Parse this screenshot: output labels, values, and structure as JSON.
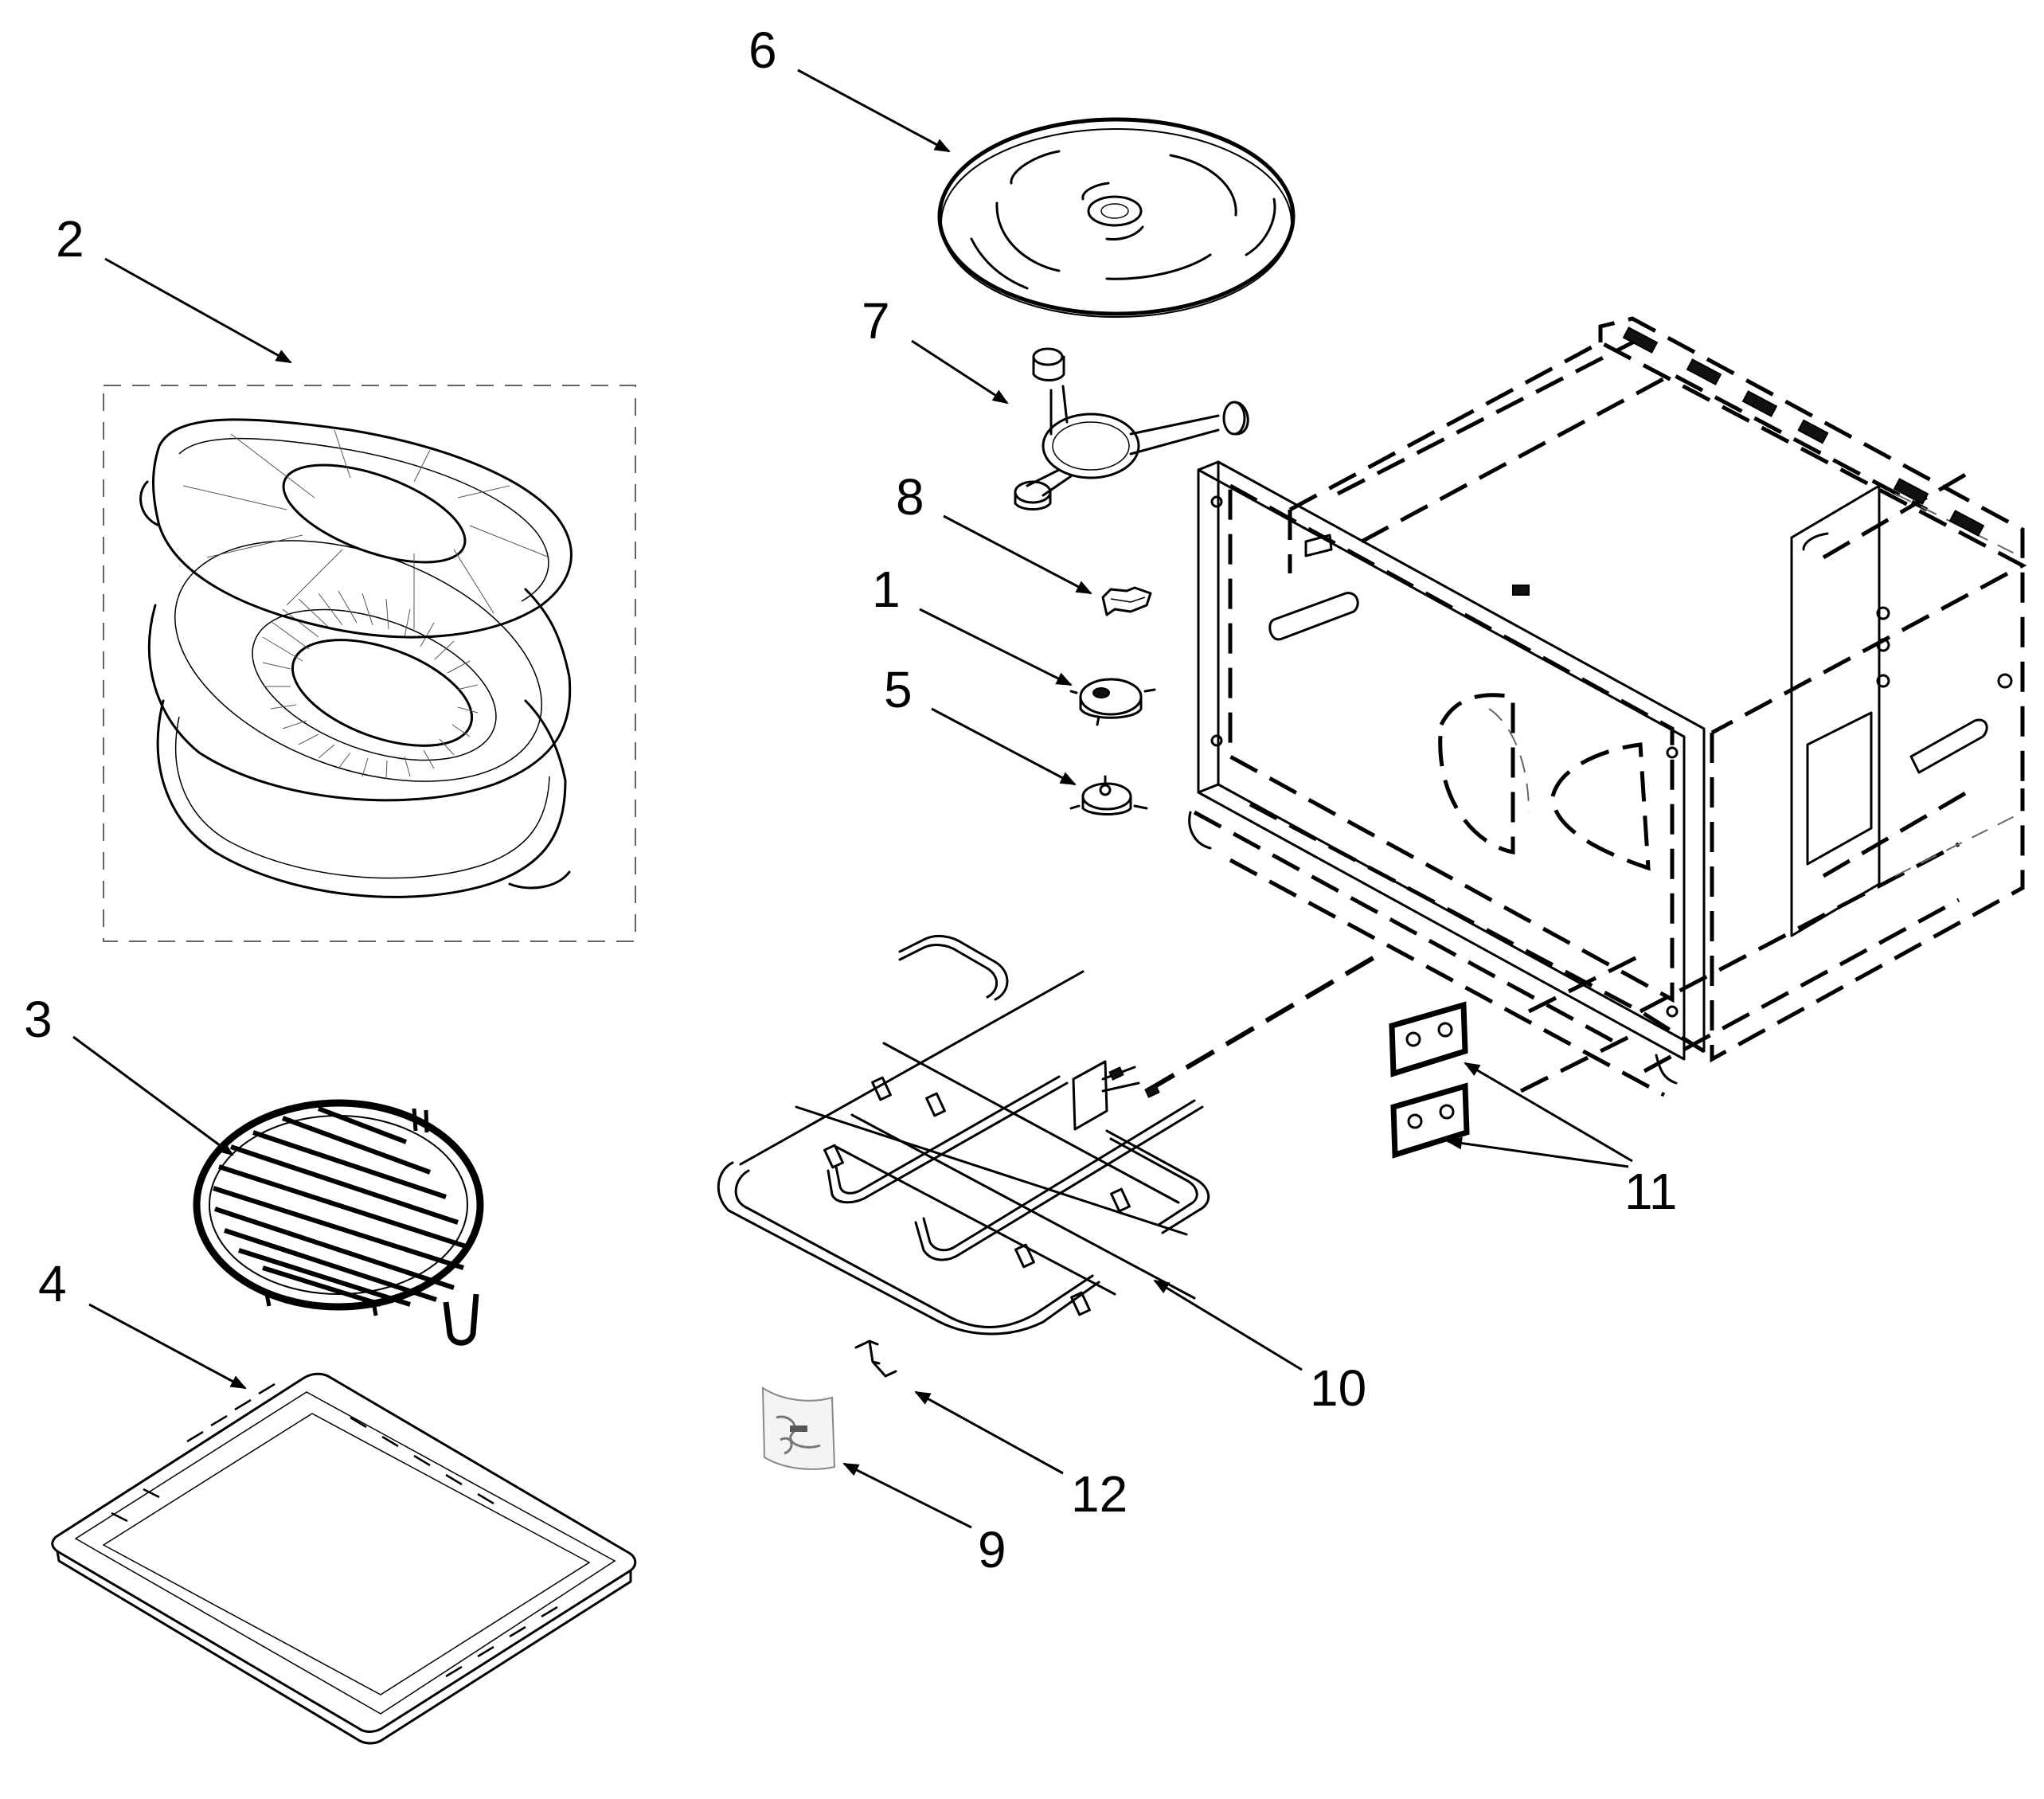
{
  "diagram": {
    "callouts": [
      {
        "id": "1",
        "label": "1"
      },
      {
        "id": "2",
        "label": "2"
      },
      {
        "id": "3",
        "label": "3"
      },
      {
        "id": "4",
        "label": "4"
      },
      {
        "id": "5",
        "label": "5"
      },
      {
        "id": "6",
        "label": "6"
      },
      {
        "id": "7",
        "label": "7"
      },
      {
        "id": "8",
        "label": "8"
      },
      {
        "id": "9",
        "label": "9"
      },
      {
        "id": "10",
        "label": "10"
      },
      {
        "id": "11",
        "label": "11"
      },
      {
        "id": "12",
        "label": "12"
      }
    ],
    "colors": {
      "line": "#000000",
      "background": "#ffffff",
      "grey_line": "#666666"
    }
  }
}
